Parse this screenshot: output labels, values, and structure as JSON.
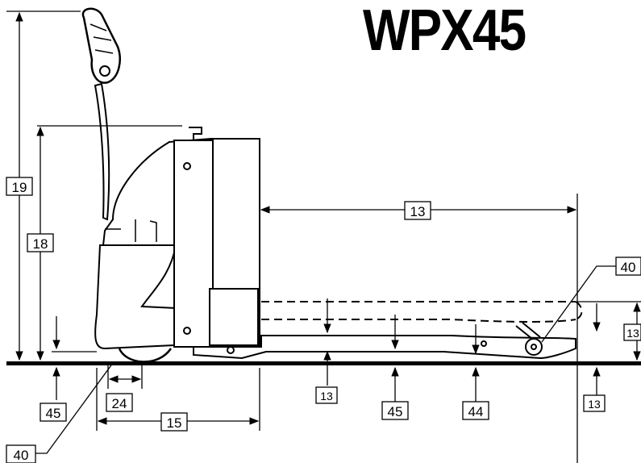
{
  "title": "WPX45",
  "callouts": {
    "c19": "19",
    "c18": "18",
    "c13_top": "13",
    "c40_right": "40",
    "c13_right": "13",
    "c45_left": "45",
    "c24": "24",
    "c15": "15",
    "c40_bottom": "40",
    "c13_mid": "13",
    "c45_mid": "45",
    "c44": "44",
    "c13_bottom_right": "13"
  }
}
